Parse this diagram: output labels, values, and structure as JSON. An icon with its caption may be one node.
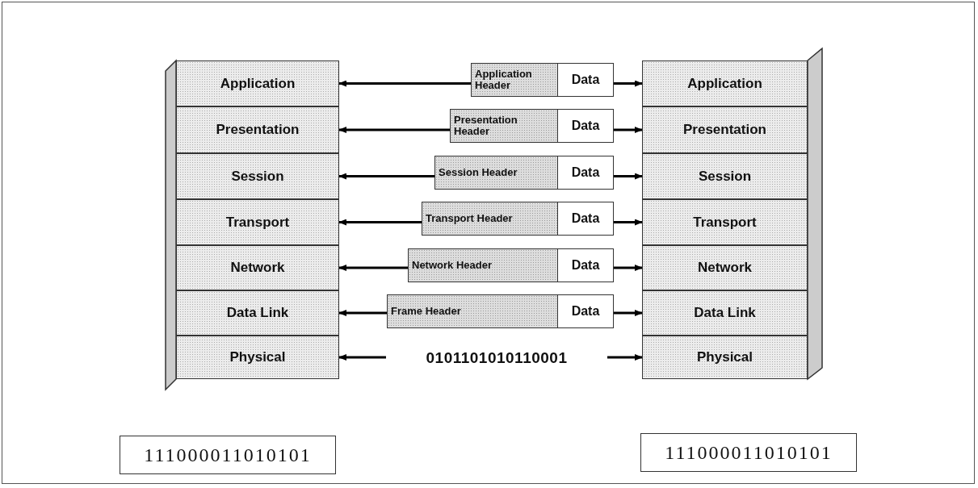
{
  "diagram": {
    "nodes": [
      {
        "text": [
          "Application"
        ]
      },
      {
        "text": [
          "Presentation"
        ]
      },
      {
        "text": [
          "Session"
        ]
      },
      {
        "text": [
          "Transport"
        ]
      },
      {
        "text": [
          "Network"
        ]
      },
      {
        "text": [
          "Data Link"
        ]
      },
      {
        "text": [
          "Physical"
        ]
      },
      {
        "text": [
          "Application"
        ]
      },
      {
        "text": [
          "Presentation"
        ]
      },
      {
        "text": [
          "Session"
        ]
      },
      {
        "text": [
          "Transport"
        ]
      },
      {
        "text": [
          "Network"
        ]
      },
      {
        "text": [
          "Data Link"
        ]
      },
      {
        "text": [
          "Physical"
        ]
      },
      {
        "text": [
          "Application Header",
          "Data"
        ]
      },
      {
        "text": [
          "Presentation Header",
          "Data"
        ]
      },
      {
        "text": [
          "Session Header",
          "Data"
        ]
      },
      {
        "text": [
          "Transport Header",
          "Data"
        ]
      },
      {
        "text": [
          "Network Header",
          "Data"
        ]
      },
      {
        "text": [
          "Frame Header",
          "Data"
        ]
      },
      {
        "text": [
          "0101101010110001"
        ]
      },
      {
        "text": [
          "111000011010101"
        ]
      },
      {
        "text": [
          "111000011010101"
        ]
      }
    ],
    "edges": [
      {
        "from": 14,
        "to": 0,
        "arrow": "to"
      },
      {
        "from": 14,
        "to": 7,
        "arrow": "to"
      },
      {
        "from": 15,
        "to": 1,
        "arrow": "to"
      },
      {
        "from": 15,
        "to": 8,
        "arrow": "to"
      },
      {
        "from": 16,
        "to": 2,
        "arrow": "to"
      },
      {
        "from": 16,
        "to": 9,
        "arrow": "to"
      },
      {
        "from": 17,
        "to": 3,
        "arrow": "to"
      },
      {
        "from": 17,
        "to": 10,
        "arrow": "to"
      },
      {
        "from": 18,
        "to": 4,
        "arrow": "to"
      },
      {
        "from": 18,
        "to": 11,
        "arrow": "to"
      },
      {
        "from": 19,
        "to": 5,
        "arrow": "to"
      },
      {
        "from": 19,
        "to": 12,
        "arrow": "to"
      },
      {
        "from": 20,
        "to": 6,
        "arrow": "to"
      },
      {
        "from": 20,
        "to": 13,
        "arrow": "to"
      }
    ]
  }
}
